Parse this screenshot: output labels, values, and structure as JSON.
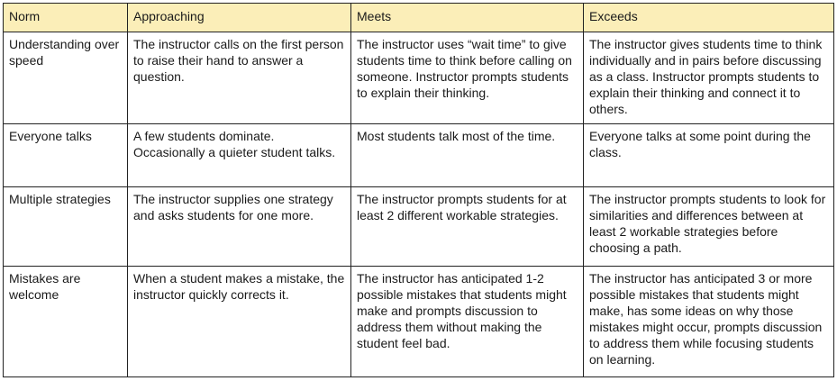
{
  "headers": {
    "norm": "Norm",
    "approaching": "Approaching",
    "meets": "Meets",
    "exceeds": "Exceeds"
  },
  "rows": [
    {
      "norm": "Understanding over speed",
      "approaching": "The instructor calls on the first person to raise their hand to answer a question.",
      "meets": "The instructor uses “wait time” to give students time to think before calling on someone. Instructor prompts students to explain their thinking.",
      "exceeds": "The instructor gives students time to think individually and in pairs before discussing as a class. Instructor prompts students to explain their thinking and connect it to others."
    },
    {
      "norm": "Everyone talks",
      "approaching": "A few students dominate. Occasionally a quieter student talks.",
      "meets": "Most students talk most of the time.",
      "exceeds": "Everyone talks at some point during the class."
    },
    {
      "norm": "Multiple strategies",
      "approaching": "The instructor supplies one strategy and asks students for one more.",
      "meets": "The instructor prompts students for at least 2 different workable strategies.",
      "exceeds": "The instructor prompts students to look for similarities and differences between at least 2 workable strategies before choosing a path."
    },
    {
      "norm": "Mistakes are welcome",
      "approaching": "When a student makes a mistake, the instructor quickly corrects it.",
      "meets": "The instructor has anticipated 1-2 possible mistakes that students might make and prompts discussion to address them without making the student feel bad.",
      "exceeds": "The instructor has anticipated 3 or more possible mistakes that students might make, has some ideas on why those mistakes might occur, prompts discussion to address them while focusing students on learning."
    }
  ],
  "colors": {
    "header_background": "#fbeeb8",
    "border": "#222222"
  }
}
